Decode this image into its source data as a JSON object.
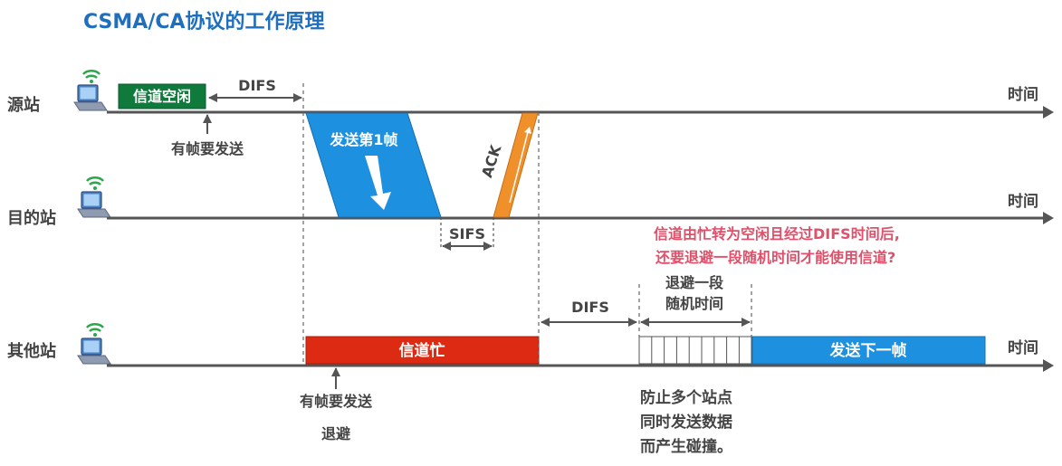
{
  "title": "CSMA/CA协议的工作原理",
  "colors": {
    "title": "#1f6fbf",
    "line": "#555555",
    "text": "#444444",
    "green_box": "#0f7a3c",
    "blue_frame": "#1e90e0",
    "ack": "#f0902a",
    "busy": "#dd2a12",
    "note": "#e0506a",
    "next_frame": "#1e90e0"
  },
  "stations": {
    "source": "源站",
    "dest": "目的站",
    "other": "其他站"
  },
  "time_label": "时间",
  "labels": {
    "channel_idle": "信道空闲",
    "difs_top": "DIFS",
    "has_frame_top": "有帧要发送",
    "send_frame1": "发送第1帧",
    "ack": "ACK",
    "sifs": "SIFS",
    "note_line1": "信道由忙转为空闲且经过DIFS时间后,",
    "note_line2": "还要退避一段随机时间才能使用信道?",
    "backoff_line1": "退避一段",
    "backoff_line2": "随机时间",
    "difs_bottom": "DIFS",
    "channel_busy": "信道忙",
    "send_next": "发送下一帧",
    "has_frame_bottom": "有帧要发送",
    "backoff_word": "退避",
    "prevent_line1": "防止多个站点",
    "prevent_line2": "同时发送数据",
    "prevent_line3": "而产生碰撞。"
  },
  "icons": [
    "laptop-wifi-icon"
  ]
}
